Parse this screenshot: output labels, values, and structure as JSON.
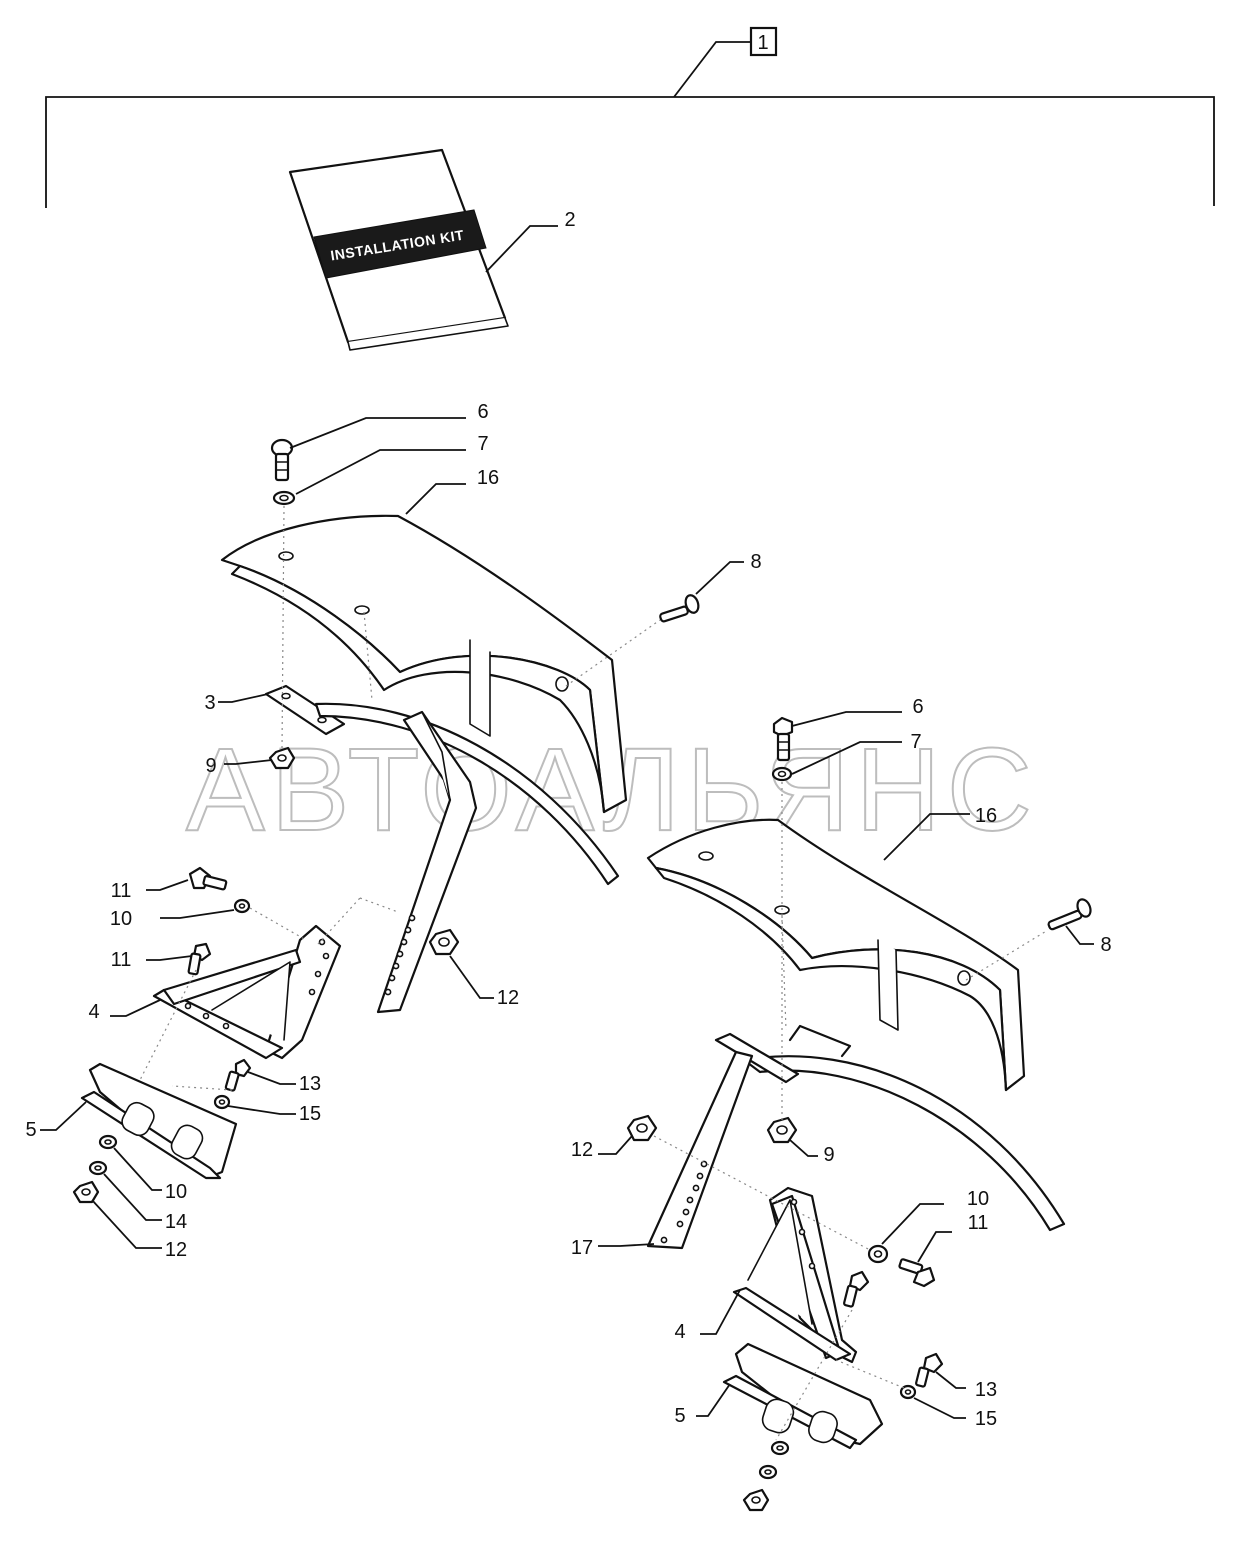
{
  "watermark": "АВТОАЛЬЯНС",
  "manual_label": "INSTALLATION KIT",
  "callouts": {
    "c1": "1",
    "c2": "2",
    "c3": "3",
    "c4a": "4",
    "c4b": "4",
    "c5a": "5",
    "c5b": "5",
    "c6a": "6",
    "c6b": "6",
    "c7a": "7",
    "c7b": "7",
    "c8a": "8",
    "c8b": "8",
    "c9a": "9",
    "c9b": "9",
    "c10a": "10",
    "c10b": "10",
    "c10c": "10",
    "c11a": "11",
    "c11b": "11",
    "c11c": "11",
    "c12a": "12",
    "c12b": "12",
    "c12c": "12",
    "c13a": "13",
    "c13b": "13",
    "c14": "14",
    "c15a": "15",
    "c15b": "15",
    "c16a": "16",
    "c16b": "16",
    "c17": "17"
  }
}
